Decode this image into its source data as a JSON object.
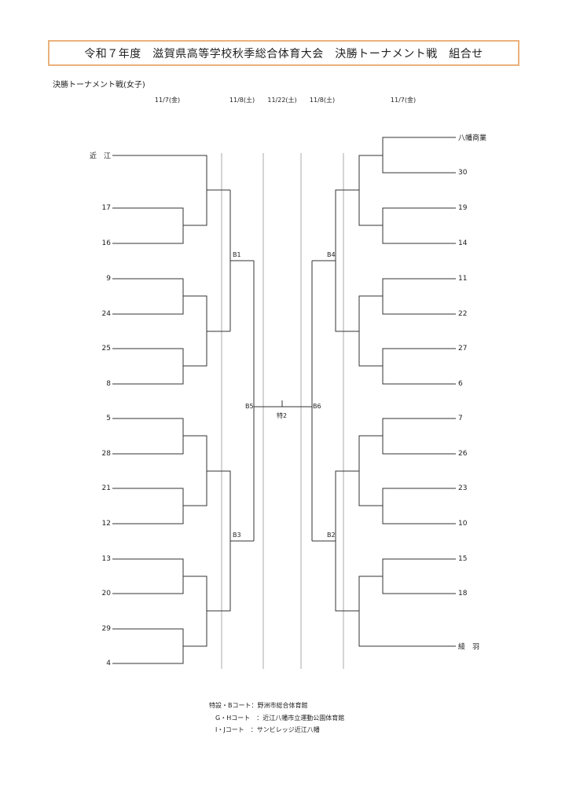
{
  "title": "令和７年度　滋賀県高等学校秋季総合体育大会　決勝トーナメント戦　組合せ",
  "subtitle": "決勝トーナメント戦(女子)",
  "dates": [
    "11/7(金)",
    "11/8(土)",
    "11/22(土)",
    "11/8(土)",
    "11/7(金)"
  ],
  "left_teams": [
    "近　江",
    "17",
    "16",
    "9",
    "24",
    "25",
    "8",
    "5",
    "28",
    "21",
    "12",
    "13",
    "20",
    "29",
    "4"
  ],
  "right_teams": [
    "八幡商業",
    "30",
    "19",
    "14",
    "11",
    "22",
    "27",
    "6",
    "7",
    "26",
    "23",
    "10",
    "15",
    "18",
    "綾　羽"
  ],
  "matches": {
    "b1": "B1",
    "b3": "B3",
    "b5": "B5",
    "b4": "B4",
    "b2": "B2",
    "b6": "B6",
    "final": "特2"
  },
  "venues": [
    "特設・Bコート：野洲市総合体育館",
    "　G・Hコート　：近江八幡市立運動公園体育館",
    "　I・Jコート　：サンビレッジ近江八幡"
  ]
}
